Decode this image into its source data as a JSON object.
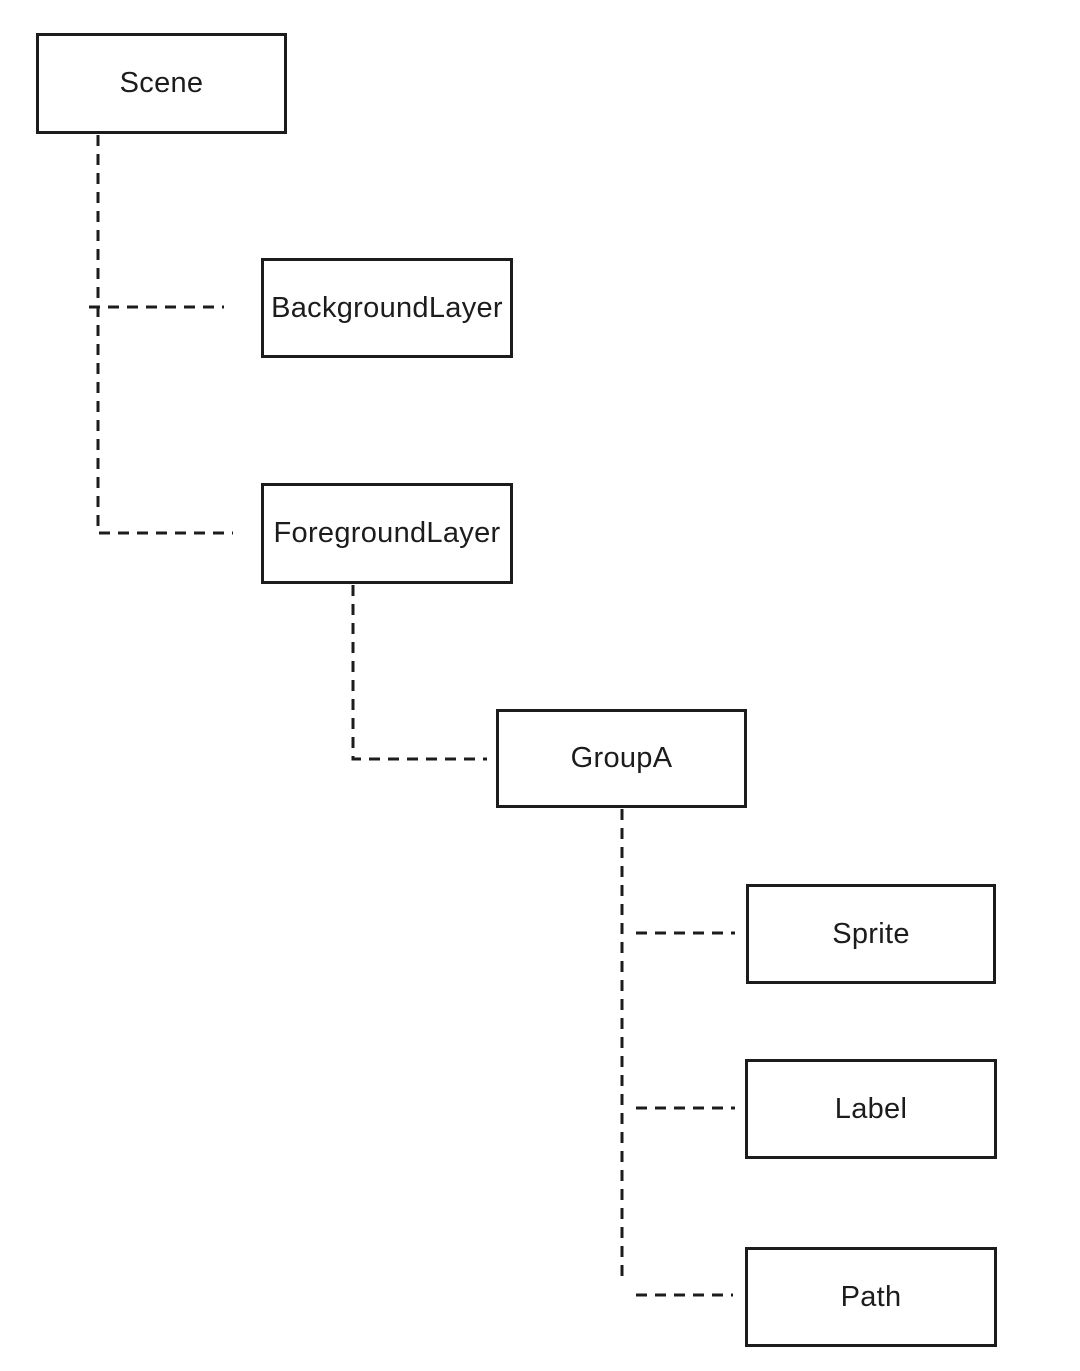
{
  "diagram": {
    "type": "tree",
    "line_style": "dashed",
    "colors": {
      "stroke": "#1c1c1c",
      "text": "#1c1c1c",
      "background": "#ffffff"
    },
    "nodes": {
      "scene": {
        "label": "Scene"
      },
      "background": {
        "label": "BackgroundLayer"
      },
      "foreground": {
        "label": "ForegroundLayer"
      },
      "groupa": {
        "label": "GroupA"
      },
      "sprite": {
        "label": "Sprite"
      },
      "label": {
        "label": "Label"
      },
      "path": {
        "label": "Path"
      }
    },
    "hierarchy": {
      "Scene": [
        "BackgroundLayer",
        "ForegroundLayer"
      ],
      "ForegroundLayer": [
        "GroupA"
      ],
      "GroupA": [
        "Sprite",
        "Label",
        "Path"
      ]
    }
  }
}
